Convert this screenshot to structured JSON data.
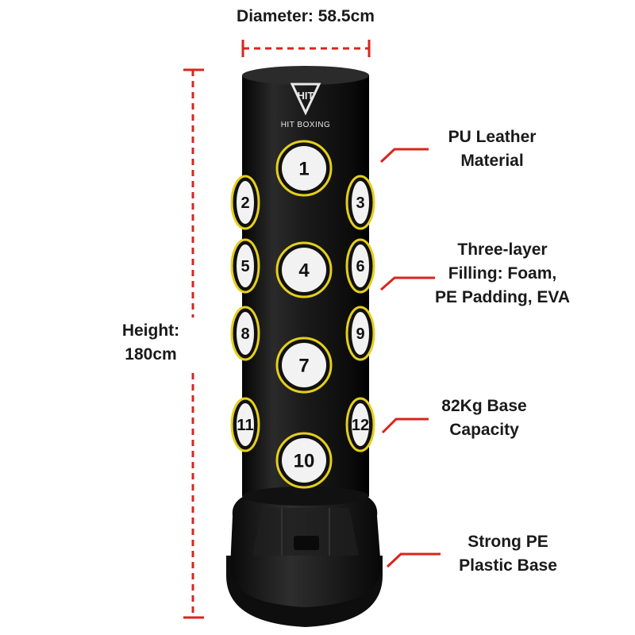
{
  "brand": {
    "name": "HIT BOXING",
    "logo_mark": "HIT"
  },
  "dimensions": {
    "diameter": "Diameter: 58.5cm",
    "height_line1": "Height:",
    "height_line2": "180cm"
  },
  "features": [
    {
      "line1": "PU Leather",
      "line2": "Material"
    },
    {
      "line1": "Three-layer",
      "line2": "Filling: Foam,",
      "line3": "PE Padding, EVA"
    },
    {
      "line1": "82Kg Base",
      "line2": "Capacity"
    },
    {
      "line1": "Strong PE",
      "line2": "Plastic Base"
    }
  ],
  "targets": {
    "front": [
      "1",
      "4",
      "7",
      "10"
    ],
    "left": [
      "2",
      "5",
      "8",
      "11"
    ],
    "right": [
      "3",
      "6",
      "9",
      "12"
    ]
  },
  "colors": {
    "dimension_line": "#d9251d",
    "bag": "#141414",
    "target_ring": "#e5cf1c",
    "target_fill": "#f2f2f2"
  }
}
